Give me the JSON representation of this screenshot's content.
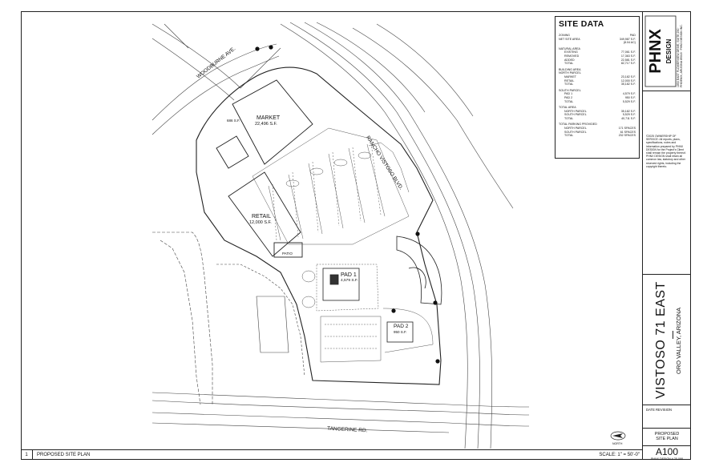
{
  "site_data": {
    "title": "SITE DATA",
    "rows": [
      {
        "k": "ZONING",
        "v": "PAD",
        "sub": false
      },
      {
        "k": "NET SITE AREA",
        "v": "349,987 S.F.",
        "sub": false
      },
      {
        "k": "",
        "v": "(8.04 AC)",
        "sub": false
      },
      {
        "gap": true
      },
      {
        "k": "NATURAL AREA",
        "v": "",
        "sub": false
      },
      {
        "k": "EXISTING",
        "v": "77,061 S.F.",
        "sub": true
      },
      {
        "k": "REMOVED",
        "v": "17,363 S.F.",
        "sub": true
      },
      {
        "k": "ADDED",
        "v": "22,581 S.F.",
        "sub": true
      },
      {
        "k": "TOTAL",
        "v": "82,717 S.F.",
        "sub": true
      },
      {
        "gap": true
      },
      {
        "k": "BUILDING AREA",
        "v": "",
        "sub": false
      },
      {
        "k": "NORTH PARCEL",
        "v": "",
        "sub": false
      },
      {
        "k": "MARKET",
        "v": "23,182 S.F.",
        "sub": true
      },
      {
        "k": "RETAIL",
        "v": "12,000 S.F.",
        "sub": true
      },
      {
        "k": "TOTAL",
        "v": "35,182 S.F.",
        "sub": true
      },
      {
        "gap": true
      },
      {
        "k": "SOUTH PARCEL",
        "v": "",
        "sub": false
      },
      {
        "k": "PAD 1",
        "v": "4,579 S.F.",
        "sub": true
      },
      {
        "k": "PAD 2",
        "v": "950 S.F.",
        "sub": true
      },
      {
        "k": "TOTAL",
        "v": "5,529 S.F.",
        "sub": true
      },
      {
        "gap": true
      },
      {
        "k": "TOTAL AREA",
        "v": "",
        "sub": false
      },
      {
        "k": "NORTH PARCEL",
        "v": "35,182 S.F.",
        "sub": true
      },
      {
        "k": "SOUTH PARCEL",
        "v": "5,529 S.F.",
        "sub": true
      },
      {
        "k": "TOTAL",
        "v": "40,711 S.F.",
        "sub": true
      },
      {
        "gap": true
      },
      {
        "k": "TOTAL PARKING PROVIDED",
        "v": "",
        "sub": false
      },
      {
        "k": "NORTH PARCEL",
        "v": "171 SPACES",
        "sub": true
      },
      {
        "k": "SOUTH PARCEL",
        "v": "61 SPACES",
        "sub": true
      },
      {
        "k": "TOTAL",
        "v": "232 SPACES",
        "sub": true
      }
    ]
  },
  "labels": {
    "road_woodburne": "WOODBURNE AVE.",
    "road_rancho": "RANCHO VISTOSO BLVD.",
    "road_tangerine": "TANGERINE RD.",
    "market_name": "MARKET",
    "market_area": "22,496 S.F.",
    "annex_area": "686 S.F.",
    "retail_name": "RETAIL",
    "retail_area": "12,000 S.F.",
    "patio": "PATIO",
    "pad1_name": "PAD 1",
    "pad1_area": "4,579 S.F.",
    "pad2_name": "PAD 2",
    "pad2_area": "950 S.F.",
    "north": "NORTH"
  },
  "titleblock": {
    "brand": "PHNX",
    "brand_sub": "DESIGN",
    "address": "1850 EAST FLOWERVIEW DRIVE, SUITE 250 · PHOENIX, ARIZONA 85018 · PHNX DESIGN INC.",
    "notes": "©2025 OWNERSHIP OF SERVICE: All reports, plans, specifications, notes and information prepared by PHNX DESIGN for the Project's Client shall remain the property thereof. PHNX DESIGN shall retain all common law, statutory and other reserved rights, including the copyright thereto.",
    "project_name": "VISTOSO 71 EAST",
    "project_city": "ORO VALLEY, ARIZONA",
    "revision_label": "DATE  REVISION",
    "sheet_name_1": "PROPOSED",
    "sheet_name_2": "SITE PLAN",
    "sheet_no": "A100",
    "project_no": "PHNX DESIGN # 25-088"
  },
  "footer": {
    "num": "1",
    "title": "PROPOSED SITE PLAN",
    "scale": "SCALE: 1\" = 50'-0\""
  }
}
